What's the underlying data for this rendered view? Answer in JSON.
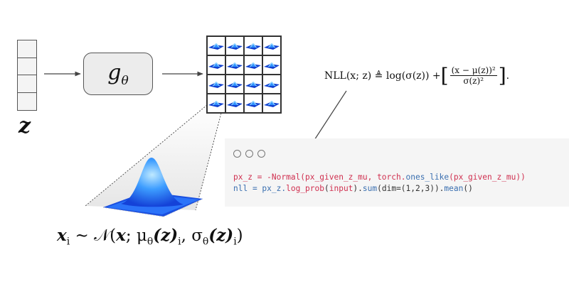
{
  "latent": {
    "label": "z",
    "cells": 4
  },
  "generator": {
    "label": "g",
    "subscript": "θ"
  },
  "grid": {
    "rows": 4,
    "cols": 4
  },
  "nll_formula": {
    "lhs": "NLL(x; z) ≜ log(σ(z)) + ",
    "numerator": "(x − μ(z))²",
    "denominator": "σ(z)²",
    "tail": "."
  },
  "code": {
    "window_dots": [
      "○",
      "○",
      "○"
    ],
    "line1": [
      {
        "t": "px_z = ",
        "c": "kw"
      },
      {
        "t": "-Normal(px_given_z_mu, torch.",
        "c": "kw"
      },
      {
        "t": "ones_like",
        "c": "fn"
      },
      {
        "t": "(px_given_z_mu))",
        "c": "kw"
      }
    ],
    "line2": [
      {
        "t": "nll = px_z.",
        "c": "fn"
      },
      {
        "t": "log_prob",
        "c": "kw"
      },
      {
        "t": "(",
        "c": ""
      },
      {
        "t": "input",
        "c": "kw"
      },
      {
        "t": ").",
        "c": ""
      },
      {
        "t": "sum",
        "c": "fn"
      },
      {
        "t": "(dim=(1,2,3)).",
        "c": ""
      },
      {
        "t": "mean",
        "c": "fn"
      },
      {
        "t": "()",
        "c": ""
      }
    ]
  },
  "distribution_formula": {
    "x": "x",
    "x_sub": "i",
    "sim": " ∼ 𝒩(",
    "x2": "x",
    "semi": "; μ",
    "mu_sub": "θ",
    "mu_arg": "(z)",
    "mu_idx": "i",
    "comma": ", σ",
    "sig_sub": "θ",
    "sig_arg": "(z)",
    "sig_idx": "i",
    "close": ")"
  },
  "colors": {
    "surface_light": "#8fd3ff",
    "surface_mid": "#2f8fff",
    "surface_dark": "#1040d0",
    "box_fill": "#ececec",
    "code_bg": "#f5f5f5"
  }
}
